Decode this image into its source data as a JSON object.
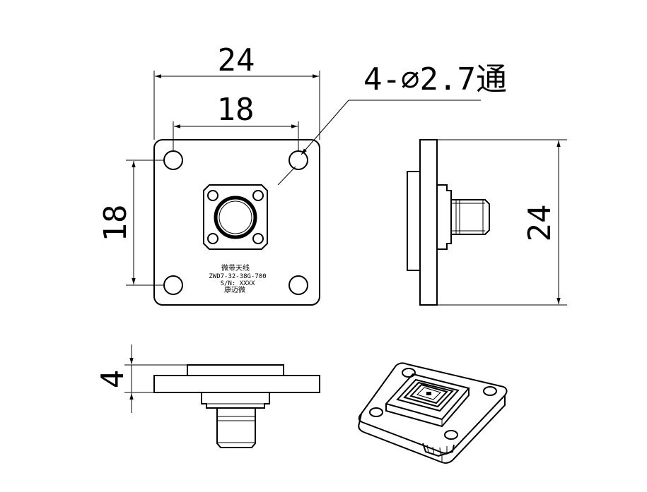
{
  "dimensions": {
    "overall_width": "24",
    "hole_spacing_x": "18",
    "hole_spacing_y": "18",
    "side_height": "24",
    "thickness": "4",
    "hole_callout": "4-∅2.7通"
  },
  "label": {
    "line1": "微带天线",
    "line2": "ZWD7-32-38G-700",
    "line3": "S/N: XXXX",
    "line4": "康迈微"
  },
  "colors": {
    "line": "#000000",
    "background": "#ffffff"
  }
}
